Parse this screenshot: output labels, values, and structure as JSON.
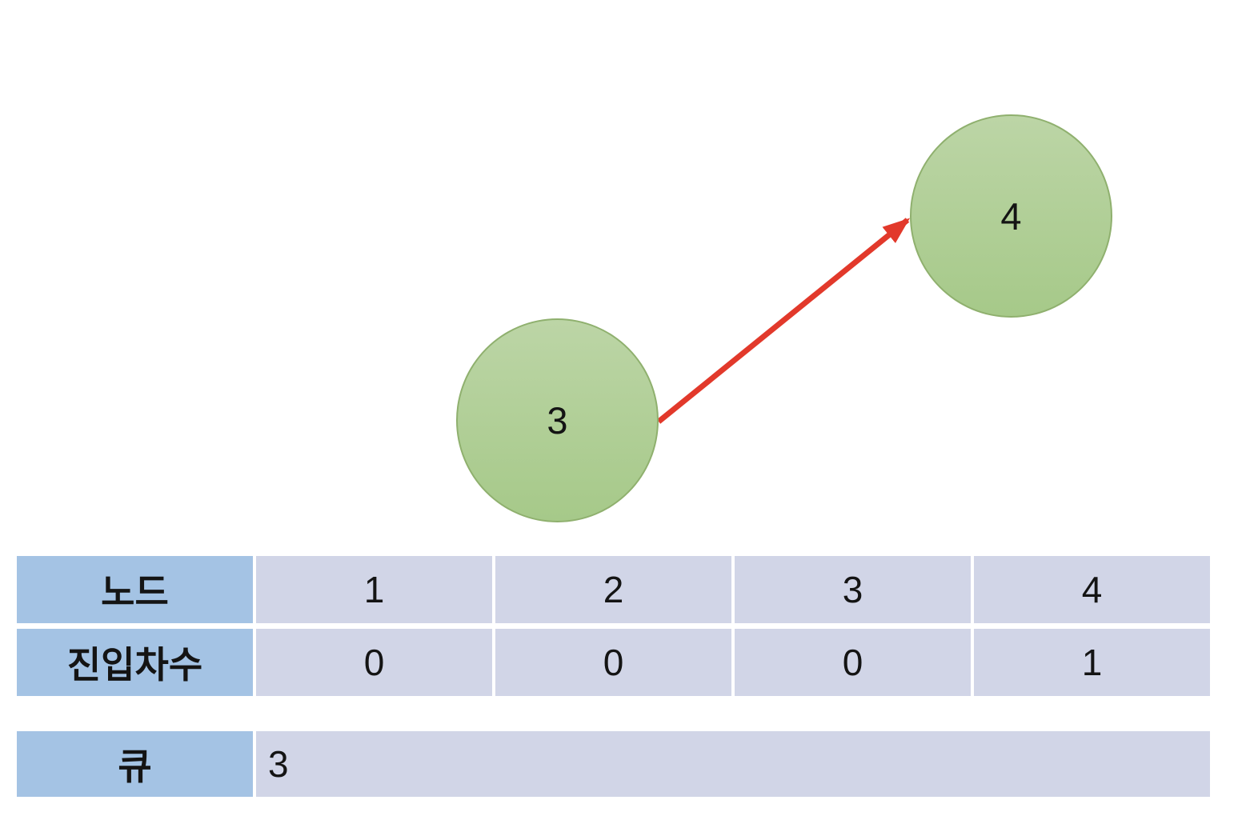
{
  "graph": {
    "nodes": [
      {
        "id": "3",
        "label": "3"
      },
      {
        "id": "4",
        "label": "4"
      }
    ],
    "edges": [
      {
        "from": "3",
        "to": "4"
      }
    ]
  },
  "indegree_table": {
    "row_headers": {
      "node": "노드",
      "indegree": "진입차수"
    },
    "node_ids": [
      "1",
      "2",
      "3",
      "4"
    ],
    "indegrees": [
      "0",
      "0",
      "0",
      "1"
    ]
  },
  "queue_table": {
    "header": "큐",
    "contents": "3"
  },
  "colors": {
    "header_blue": "#A4C3E4",
    "cell_lavender": "#D1D5E7",
    "node_green_top": "#BCD5A6",
    "node_green_bottom": "#A6C989",
    "node_border": "#8FB06E",
    "edge_red": "#E2392B"
  }
}
